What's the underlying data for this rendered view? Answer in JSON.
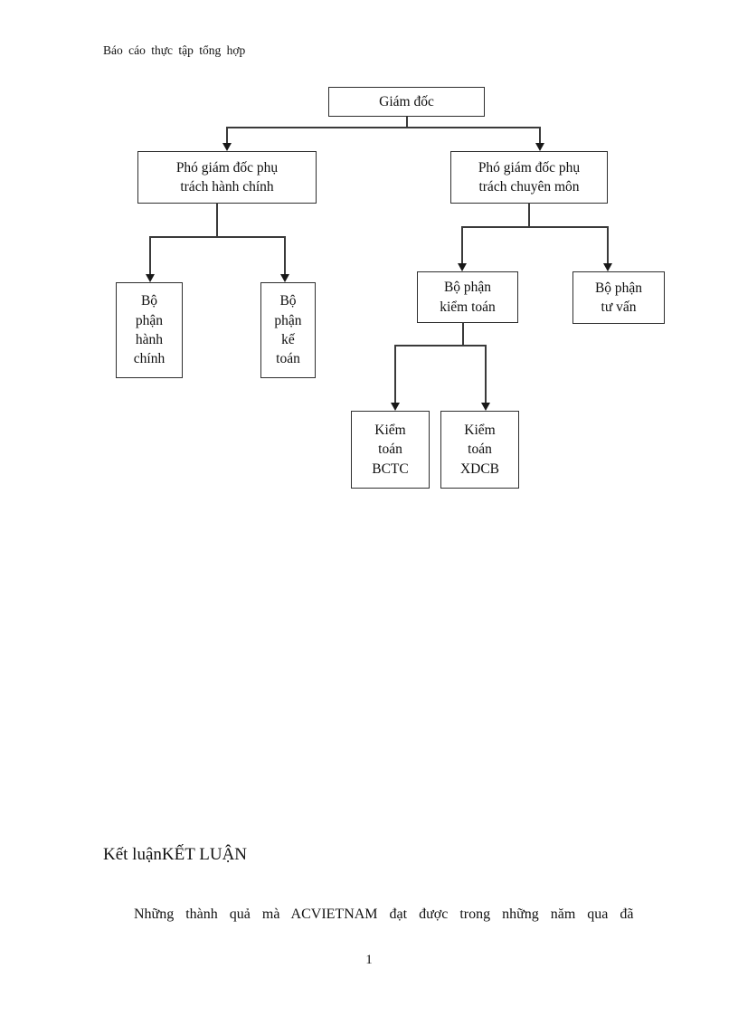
{
  "document": {
    "header": "Báo cáo thực tập tổng hợp",
    "conclusion_heading_normal": "Kết luận",
    "conclusion_heading_caps": "KẾT LUẬN",
    "paragraph": "Những thành quả mà ACVIETNAM đạt được trong những năm qua đã",
    "page_number": "1"
  },
  "org_chart": {
    "boxes": {
      "giam_doc": "Giám đốc",
      "pho_hanh_chinh": "Phó giám đốc phụ\ntrách hành chính",
      "pho_chuyen_mon": "Phó giám đốc phụ\ntrách chuyên môn",
      "bp_hanh_chinh": "Bộ\nphận\nhành\nchính",
      "bp_ke_toan": "Bộ\nphận\nkế\ntoán",
      "bp_kiem_toan": "Bộ phận\nkiểm toán",
      "bp_tu_van": "Bộ phận\ntư vấn",
      "kt_bctc": "Kiểm\ntoán\nBCTC",
      "kt_xdcb": "Kiểm\ntoán\nXDCB"
    },
    "hierarchy": [
      {
        "from": "Giám đốc",
        "to": "Phó giám đốc phụ trách hành chính"
      },
      {
        "from": "Giám đốc",
        "to": "Phó giám đốc phụ trách chuyên môn"
      },
      {
        "from": "Phó giám đốc phụ trách hành chính",
        "to": "Bộ phận hành chính"
      },
      {
        "from": "Phó giám đốc phụ trách hành chính",
        "to": "Bộ phận kế toán"
      },
      {
        "from": "Phó giám đốc phụ trách chuyên môn",
        "to": "Bộ phận kiểm toán"
      },
      {
        "from": "Phó giám đốc phụ trách chuyên môn",
        "to": "Bộ phận tư vấn"
      },
      {
        "from": "Bộ phận kiểm toán",
        "to": "Kiểm toán BCTC"
      },
      {
        "from": "Bộ phận kiểm toán",
        "to": "Kiểm toán XDCB"
      }
    ],
    "colors": {
      "text": "#111111",
      "line": "#3a3a3a",
      "background": "#ffffff"
    }
  }
}
